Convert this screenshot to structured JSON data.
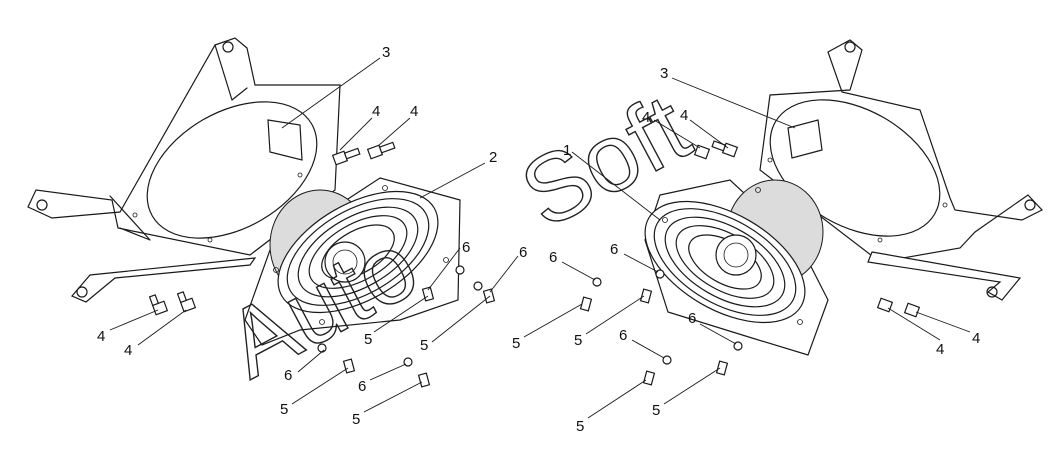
{
  "labels": {
    "bracket": "3",
    "speaker": "2",
    "speaker_right": "1",
    "bolt": "4",
    "screw": "5",
    "washer": "6"
  },
  "watermark": {
    "text_a": "Auto",
    "text_b": "Soft"
  }
}
